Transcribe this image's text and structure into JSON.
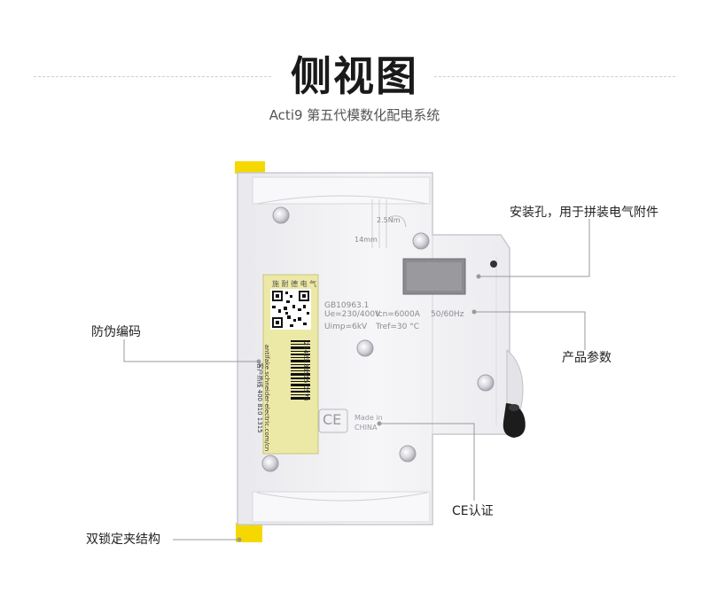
{
  "header": {
    "title": "侧视图",
    "subtitle": "Acti9 第五代模数化配电系统"
  },
  "callouts": {
    "mounting_hole": "安装孔，用于拼装电气附件",
    "anti_counterfeit": "防伪编码",
    "product_params": "产品参数",
    "ce_cert": "CE认证",
    "double_lock": "双锁定夹结构"
  },
  "device_markings": {
    "torque": "2.5Nm",
    "strip_length": "14mm",
    "standard": "GB10963.1",
    "voltage": "Ue=230/400V",
    "breaking": "Icn=6000A",
    "frequency": "50/60Hz",
    "impulse": "Uimp=6kV",
    "temperature": "Tref=30 °C",
    "made_in": "Made in",
    "country": "CHINA",
    "ce_mark": "CE",
    "qr_header": "施 耐 德 电 气",
    "hotline": "客户热线 400 810 1315",
    "website": "antifake.schneider-electric.com/cn",
    "code1": "21423 35515 0573"
  },
  "colors": {
    "body": "#f2f2f4",
    "clip_yellow": "#f5d800",
    "label_yellow": "#ece8a6",
    "leader": "#9a9a9a"
  }
}
